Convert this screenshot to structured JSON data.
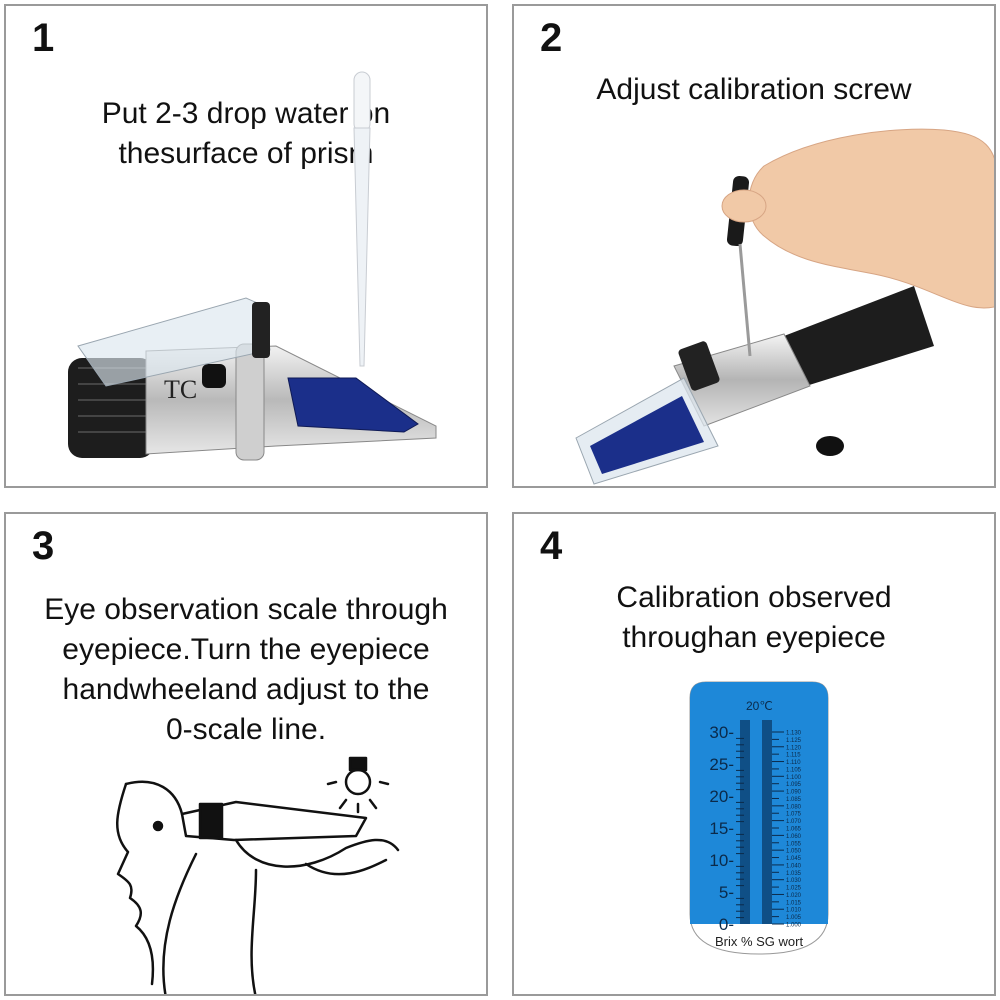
{
  "panels": [
    {
      "number": "1",
      "lines": [
        "Put 2-3 drop water on",
        "thesurface of prism"
      ]
    },
    {
      "number": "2",
      "lines": [
        "Adjust calibration screw"
      ]
    },
    {
      "number": "3",
      "lines": [
        "Eye observation scale through",
        "eyepiece.Turn the eyepiece",
        "handwheeland adjust to the",
        "0-scale line."
      ]
    },
    {
      "number": "4",
      "lines": [
        "Calibration observed",
        "throughan eyepiece"
      ]
    }
  ],
  "refractometer_label": "TC",
  "scale": {
    "temperature": "20℃",
    "brix_ticks": [
      "30",
      "25",
      "20",
      "15",
      "10",
      "5",
      "0"
    ],
    "sg_ticks": [
      "1.130",
      "1.125",
      "1.120",
      "1.115",
      "1.110",
      "1.105",
      "1.100",
      "1.095",
      "1.090",
      "1.085",
      "1.080",
      "1.075",
      "1.070",
      "1.065",
      "1.060",
      "1.055",
      "1.050",
      "1.045",
      "1.040",
      "1.035",
      "1.030",
      "1.025",
      "1.020",
      "1.015",
      "1.010",
      "1.005",
      "1.000"
    ],
    "footer": "Brix % SG wort"
  },
  "colors": {
    "border": "#9a9a9a",
    "scale_blue": "#1e88d8",
    "prism_blue": "#1b2f8a"
  }
}
